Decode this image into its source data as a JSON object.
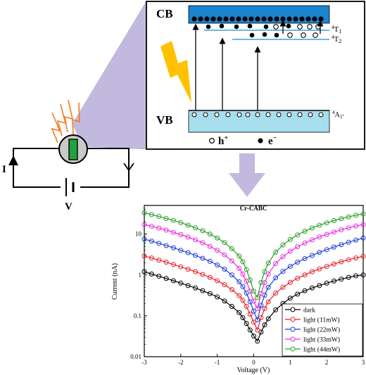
{
  "band_diagram": {
    "cb_label": "CB",
    "vb_label": "VB",
    "level_t1_sup": "4",
    "level_t1_main": "T",
    "level_t1_sub": "1",
    "level_t2_sup": "4",
    "level_t2_main": "T",
    "level_t2_sub": "2",
    "level_a2_sup": "4",
    "level_a2_main": "A",
    "level_a2_sub": "2",
    "level_a2_suffix": "-",
    "legend_hole_label": "h",
    "legend_hole_sup": "+",
    "legend_electron_label": "e",
    "legend_electron_sup": "−",
    "colors": {
      "cb_fill": "#1c84cf",
      "vb_fill": "#a6deee",
      "level_line": "#3aa0d8",
      "zoom_fill": "#c2bade",
      "bolt_fill": "#ffc000"
    }
  },
  "circuit": {
    "current_label": "I",
    "voltage_label": "V",
    "colors": {
      "device": "#22a03c",
      "sparks": "#f47a20",
      "lens": "#c9c9c9"
    }
  },
  "chart_data": {
    "type": "line",
    "title": "Cr-CABC",
    "xlabel": "Voltage (V)",
    "ylabel": "Current (nA)",
    "xlim": [
      -3,
      3
    ],
    "ylim": [
      0.01,
      50
    ],
    "yscale": "log",
    "xticks": [
      "-3",
      "-2",
      "-1",
      "0",
      "1",
      "2",
      "3"
    ],
    "yticks": [
      "0.01",
      "0.1",
      "1",
      "10"
    ],
    "legend_position": "bottom-right",
    "x": [
      -3.0,
      -2.8,
      -2.6,
      -2.4,
      -2.2,
      -2.0,
      -1.8,
      -1.6,
      -1.4,
      -1.2,
      -1.0,
      -0.8,
      -0.6,
      -0.4,
      -0.3,
      -0.2,
      -0.1,
      0.0,
      0.1,
      0.2,
      0.3,
      0.4,
      0.6,
      0.8,
      1.0,
      1.2,
      1.4,
      1.6,
      1.8,
      2.0,
      2.2,
      2.4,
      2.6,
      2.8,
      3.0
    ],
    "series": [
      {
        "name": "dark",
        "color": "#000000",
        "values": [
          1.2,
          1.05,
          0.93,
          0.82,
          0.72,
          0.63,
          0.55,
          0.48,
          0.41,
          0.35,
          0.29,
          0.23,
          0.17,
          0.12,
          0.09,
          0.065,
          0.045,
          0.032,
          0.024,
          0.04,
          0.06,
          0.085,
          0.14,
          0.2,
          0.27,
          0.34,
          0.41,
          0.48,
          0.55,
          0.63,
          0.71,
          0.79,
          0.87,
          0.95,
          1.0
        ]
      },
      {
        "name": "light (11mW)",
        "color": "#e8212a",
        "values": [
          2.9,
          2.6,
          2.3,
          2.05,
          1.8,
          1.58,
          1.38,
          1.2,
          1.03,
          0.87,
          0.72,
          0.58,
          0.44,
          0.31,
          0.24,
          0.17,
          0.11,
          0.07,
          0.045,
          0.09,
          0.15,
          0.22,
          0.36,
          0.5,
          0.66,
          0.83,
          1.0,
          1.2,
          1.4,
          1.62,
          1.85,
          2.1,
          2.35,
          2.6,
          2.85
        ]
      },
      {
        "name": "light (22mW)",
        "color": "#1f3fd9",
        "values": [
          7.5,
          6.7,
          5.9,
          5.2,
          4.6,
          4.0,
          3.5,
          3.0,
          2.55,
          2.15,
          1.75,
          1.38,
          1.0,
          0.68,
          0.52,
          0.36,
          0.22,
          0.13,
          0.08,
          0.18,
          0.32,
          0.5,
          0.85,
          1.22,
          1.62,
          2.05,
          2.5,
          3.0,
          3.55,
          4.15,
          4.8,
          5.5,
          6.3,
          7.1,
          8.0
        ]
      },
      {
        "name": "light (33mW)",
        "color": "#e62fe0",
        "values": [
          17,
          15.5,
          14,
          12.5,
          11,
          9.7,
          8.4,
          7.2,
          6.1,
          5.0,
          4.0,
          3.1,
          2.2,
          1.45,
          1.05,
          0.7,
          0.4,
          0.23,
          0.15,
          0.35,
          0.65,
          1.05,
          1.9,
          2.8,
          3.8,
          4.9,
          6.0,
          7.2,
          8.5,
          9.8,
          11.2,
          12.7,
          14.2,
          15.7,
          17
        ]
      },
      {
        "name": "light (44mW)",
        "color": "#2aa02a",
        "values": [
          33,
          30,
          27,
          24,
          21.5,
          19,
          16.5,
          14.2,
          12,
          10,
          8.0,
          6.2,
          4.4,
          2.9,
          2.1,
          1.35,
          0.75,
          0.4,
          0.28,
          0.65,
          1.2,
          1.95,
          3.6,
          5.4,
          7.4,
          9.5,
          11.7,
          14,
          16.4,
          18.8,
          21.3,
          23.8,
          26.3,
          28.8,
          31
        ]
      }
    ]
  }
}
